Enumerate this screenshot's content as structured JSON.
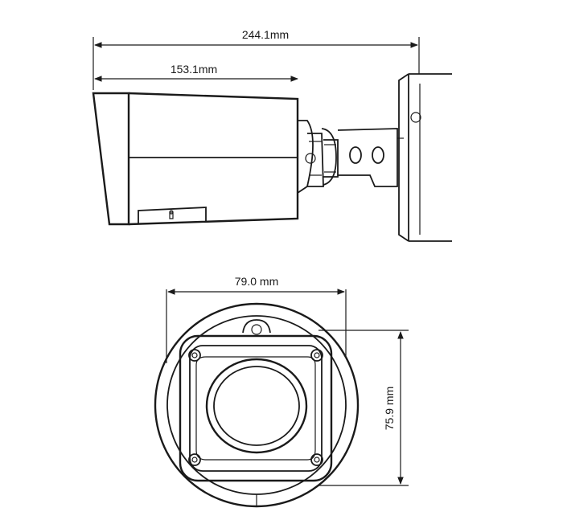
{
  "side_view": {
    "overall_length_label": "244.1mm",
    "body_length_label": "153.1mm"
  },
  "front_view": {
    "width_label": "79.0 mm",
    "height_label": "75.9 mm"
  }
}
